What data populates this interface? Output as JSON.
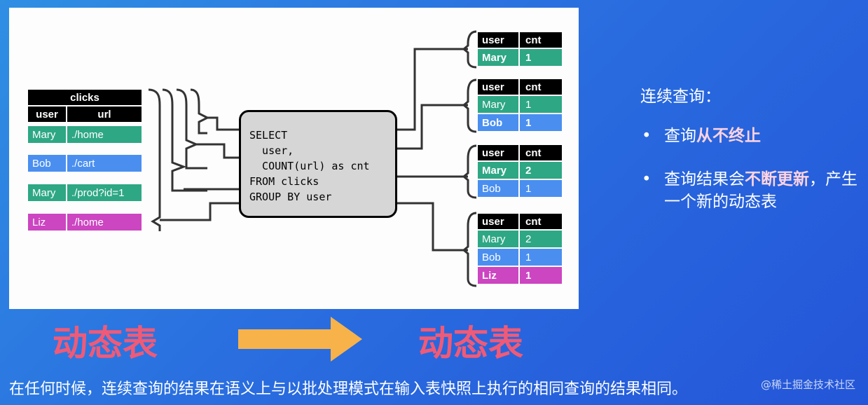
{
  "source_table": {
    "title": "clicks",
    "columns": [
      "user",
      "url"
    ],
    "rows": [
      {
        "user": "Mary",
        "url": "./home",
        "color": "#2ea784"
      },
      {
        "user": "Bob",
        "url": "./cart",
        "color": "#4a8ff0"
      },
      {
        "user": "Mary",
        "url": "./prod?id=1",
        "color": "#2ea784"
      },
      {
        "user": "Liz",
        "url": "./home",
        "color": "#cc45c1"
      }
    ]
  },
  "query": {
    "lines": [
      "SELECT",
      "  user,",
      "  COUNT(url) as cnt",
      "FROM clicks",
      "GROUP BY user"
    ]
  },
  "result_tables": [
    {
      "columns": [
        "user",
        "cnt"
      ],
      "rows": [
        {
          "user": "Mary",
          "cnt": "1"
        }
      ]
    },
    {
      "columns": [
        "user",
        "cnt"
      ],
      "rows": [
        {
          "user": "Mary",
          "cnt": "1"
        },
        {
          "user": "Bob",
          "cnt": "1"
        }
      ]
    },
    {
      "columns": [
        "user",
        "cnt"
      ],
      "rows": [
        {
          "user": "Mary",
          "cnt": "2"
        },
        {
          "user": "Bob",
          "cnt": "1"
        }
      ]
    },
    {
      "columns": [
        "user",
        "cnt"
      ],
      "rows": [
        {
          "user": "Mary",
          "cnt": "2"
        },
        {
          "user": "Bob",
          "cnt": "1"
        },
        {
          "user": "Liz",
          "cnt": "1"
        }
      ]
    }
  ],
  "side": {
    "title": "连续查询：",
    "bullet1": {
      "dot": "•",
      "pre": "查询",
      "hl": "从不终止",
      "post": ""
    },
    "bullet2": {
      "dot": "•",
      "pre": "查询结果会",
      "hl": "不断更新",
      "post": "，产生一个新的动态表"
    }
  },
  "bottom_left_label": "动态表",
  "bottom_right_label": "动态表",
  "footer": "在任何时候，连续查询的结果在语义上与以批处理模式在输入表快照上执行的相同查询的结果相同。",
  "watermark": "@稀土掘金技术社区",
  "colors": {
    "mary": "#2ea784",
    "bob": "#4a8ff0",
    "liz": "#cc45c1",
    "highlight": "#f05a77",
    "arrow": "#f7b24a"
  }
}
